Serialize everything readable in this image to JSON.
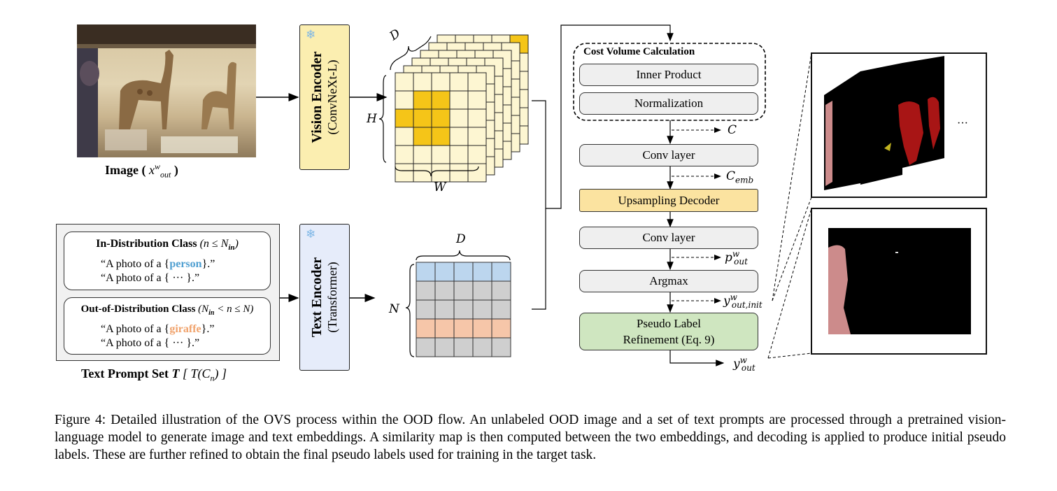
{
  "image_label": "Image (",
  "image_var": "x",
  "image_sup": "w",
  "image_sub": "out",
  "image_label_end": ")",
  "vision_encoder": {
    "title": "Vision Encoder",
    "sub": "(ConvNeXt-L)"
  },
  "text_encoder": {
    "title": "Text Encoder",
    "sub": "(Transformer)"
  },
  "feature_dims": {
    "D": "D",
    "H": "H",
    "W": "W"
  },
  "text_dims": {
    "D": "D",
    "N": "N"
  },
  "prompt_set": {
    "label": "Text Prompt Set",
    "label_var": "T",
    "label_bracket": "[ T(C",
    "label_bracket_sub": "n",
    "label_bracket_end": ") ]",
    "in_dist": {
      "title": "In-Distribution Class",
      "cond": "(n ≤  N",
      "cond_sub": "in",
      "cond_end": ")",
      "line1_pre": "“A photo of a {",
      "line1_word": "person",
      "line1_post": "}.”",
      "line2": "“A photo of a { ··· }.”"
    },
    "out_dist": {
      "title": "Out-of-Distribution Class",
      "cond": "(N",
      "cond_sub": "in",
      "cond_end": " < n ≤ N)",
      "line1_pre": "“A photo of a {",
      "line1_word": "giraffe",
      "line1_post": "}.”",
      "line2": "“A photo of a { ··· }.”"
    }
  },
  "cost_volume": {
    "title": "Cost Volume Calculation",
    "inner_product": "Inner Product",
    "normalization": "Normalization"
  },
  "pipeline": {
    "C": "C",
    "conv1": "Conv layer",
    "C_emb": "C",
    "C_emb_sub": "emb",
    "upsampling": "Upsampling Decoder",
    "conv2": "Conv layer",
    "p_var": "p",
    "p_sup": "w",
    "p_sub": "out",
    "argmax": "Argmax",
    "y_init_var": "y",
    "y_init_sup": "w",
    "y_init_sub": "out,init",
    "refinement_line1": "Pseudo Label",
    "refinement_line2": "Refinement  (Eq. 9)",
    "y_var": "y",
    "y_sup": "w",
    "y_sub": "out"
  },
  "ellipsis": "···",
  "caption": "Figure 4: Detailed illustration of the OVS process within the OOD flow. An unlabeled OOD image and a set of text prompts are processed through a pretrained vision-language model to generate image and text embeddings. A similarity map is then computed between the two embeddings, and decoding is applied to produce initial pseudo labels. These are further refined to obtain the final pseudo labels used for training in the target task.",
  "colors": {
    "vision_encoder_fill": "#fbeeb0",
    "text_encoder_fill": "#e6ecfa",
    "feature_light": "#fdf6d2",
    "feature_dark": "#f5c518",
    "row_blue": "#bcd6ee",
    "row_gray": "#cfcfcf",
    "row_orange": "#f6c6a9",
    "upsampling_fill": "#fbe3a0",
    "refinement_fill": "#cfe6c0",
    "seg_pink": "#cc8b8b",
    "seg_red": "#a81515"
  }
}
